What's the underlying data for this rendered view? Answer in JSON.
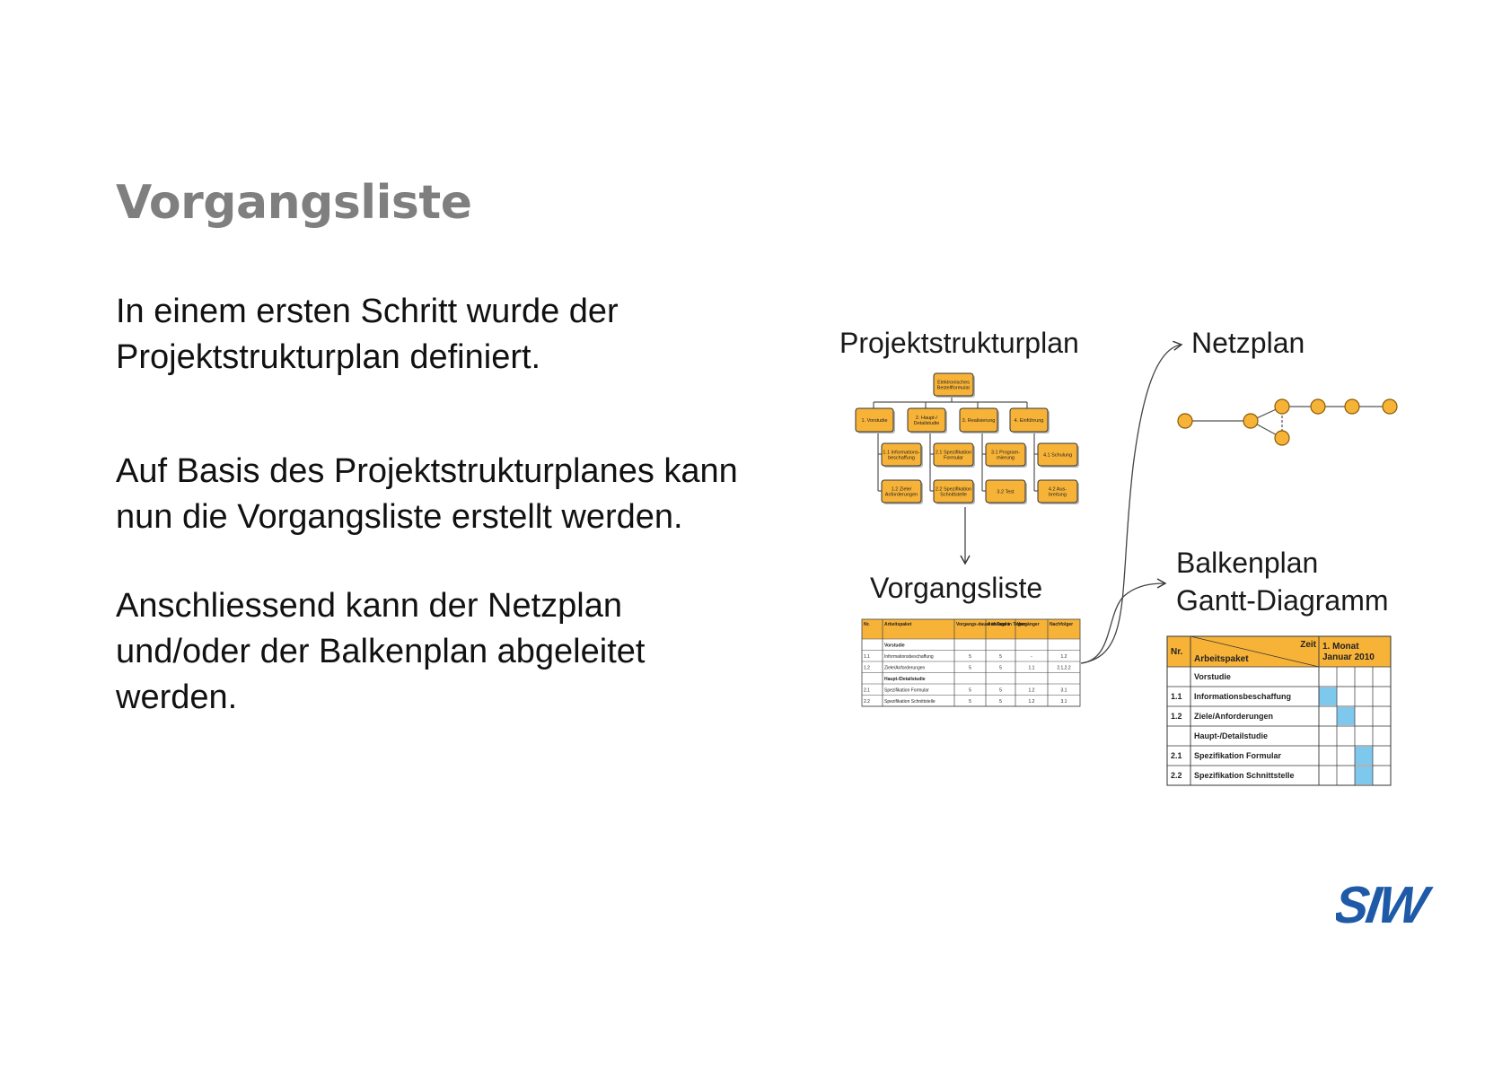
{
  "slide": {
    "title": "Vorgangsliste",
    "paragraphs": [
      [
        "In einem ersten Schritt wurde der",
        "Projektstrukturplan definiert."
      ],
      [
        "Auf Basis des Projektstrukturplanes kann",
        "nun die Vorgangsliste erstellt werden."
      ],
      [
        "Anschliessend kann der Netzplan",
        "und/oder der Balkenplan abgeleitet",
        "werden."
      ]
    ]
  },
  "diagram": {
    "labels": {
      "psp": "Projektstrukturplan",
      "netzplan": "Netzplan",
      "vorgangsliste": "Vorgangsliste",
      "balkenplan": "Balkenplan",
      "gantt": "Gantt-Diagramm"
    },
    "psp_boxes": {
      "root": [
        "Elektronisches",
        "Bestellformular"
      ],
      "level1": [
        [
          "1. Vorstudie"
        ],
        [
          "2. Haupt-/",
          "Detailstudie"
        ],
        [
          "3. Realisierung"
        ],
        [
          "4. Einführung"
        ]
      ],
      "level2": [
        [
          [
            "1.1 Informations-",
            "beschaffung"
          ],
          [
            "1.2 Ziele/",
            "Anforderungen"
          ]
        ],
        [
          [
            "2.1 Spezifikation",
            "Formular"
          ],
          [
            "2.2 Spezifikation",
            "Schnittstelle"
          ]
        ],
        [
          [
            "3.1 Program-",
            "mierung"
          ],
          [
            "3.2 Test"
          ]
        ],
        [
          [
            "4.1 Schulung"
          ],
          [
            "4.2 Aus-",
            "breitung"
          ]
        ]
      ]
    },
    "vorgangsliste_table": {
      "headers": [
        "Nr.",
        "Arbeitspaket",
        "Vorgangs-dauer in Tagen",
        "Aufwand in Tagen",
        "Vorgänger",
        "Nachfolger"
      ],
      "rows": [
        [
          "",
          "Vorstudie",
          "",
          "",
          "",
          ""
        ],
        [
          "1.1",
          "Informationsbeschaffung",
          "5",
          "5",
          "-",
          "1.2"
        ],
        [
          "1.2",
          "Ziele/Anforderungen",
          "5",
          "5",
          "1.1",
          "2.1,2.2"
        ],
        [
          "",
          "Haupt-/Detailstudie",
          "",
          "",
          "",
          ""
        ],
        [
          "2.1",
          "Spezifikation Formular",
          "5",
          "5",
          "1.2",
          "3.1"
        ],
        [
          "2.2",
          "Spezifikation Schnittstelle",
          "5",
          "5",
          "1.2",
          "3.1"
        ]
      ]
    },
    "gantt_table": {
      "header_nr": "Nr.",
      "header_zeit": "Zeit",
      "header_arbeitspaket": "Arbeitspaket",
      "header_month": "1. Monat",
      "header_month2": "Januar 2010",
      "rows": [
        {
          "nr": "",
          "label": "Vorstudie",
          "bar": null
        },
        {
          "nr": "1.1",
          "label": "Informationsbeschaffung",
          "bar": 0
        },
        {
          "nr": "1.2",
          "label": "Ziele/Anforderungen",
          "bar": 1
        },
        {
          "nr": "",
          "label": "Haupt-/Detailstudie",
          "bar": null
        },
        {
          "nr": "2.1",
          "label": "Spezifikation Formular",
          "bar": 2
        },
        {
          "nr": "2.2",
          "label": "Spezifikation Schnittstelle",
          "bar": 2
        }
      ]
    },
    "colors": {
      "orange": "#f7b338",
      "bar_blue": "#7ec8ee",
      "logo_blue": "#1e5aa8",
      "title_gray": "#7f7f7f"
    }
  },
  "logo": {
    "text": "SIW"
  }
}
